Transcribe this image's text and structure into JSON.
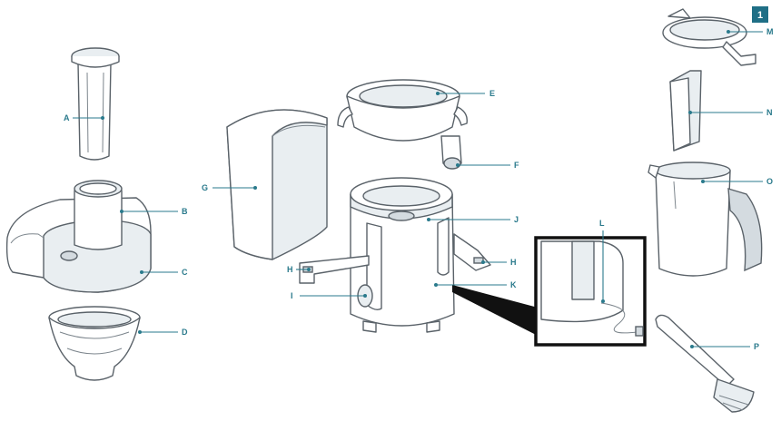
{
  "figure_badge": "1",
  "callouts": {
    "A": "A",
    "B": "B",
    "C": "C",
    "D": "D",
    "E": "E",
    "F": "F",
    "G": "G",
    "H1": "H",
    "H2": "H",
    "I": "I",
    "J": "J",
    "K": "K",
    "L": "L",
    "M": "M",
    "N": "N",
    "O": "O",
    "P": "P"
  },
  "colors": {
    "callout": "#2a7a8c",
    "outline": "#5a6269",
    "badge": "#1f6f86"
  }
}
